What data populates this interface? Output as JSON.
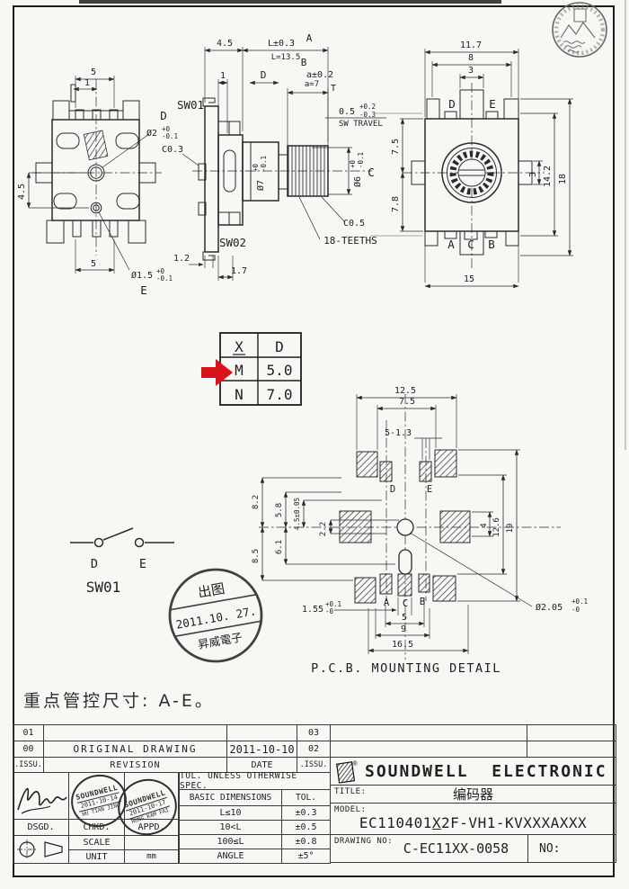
{
  "sheet": {
    "note": "重点管控尺寸: A-E。"
  },
  "front_view": {
    "dim_top": "5",
    "dim_top_inner": "1",
    "dim_left": "4.5",
    "dim_bottom": "5",
    "hole_d": {
      "label": "D",
      "dia": "Ø2",
      "tol_up": "+0",
      "tol_dn": "-0.1"
    },
    "hole_e": {
      "label": "E",
      "dia": "Ø1.5",
      "tol_up": "+0",
      "tol_dn": "-0.1"
    }
  },
  "side_view": {
    "sw01": "SW01",
    "sw02": "SW02",
    "chamfer1": "C0.3",
    "dim_45": "4.5",
    "shaft_len": "L±0.3",
    "ref_a": "A",
    "shaft_len_eq": "L=13.5",
    "dim_1": "1",
    "ref_d": "D",
    "ref_b": "B",
    "knurl_len": "a±0.2",
    "knurl_len_eq": "a=7",
    "ref_t": "T",
    "sw_travel": {
      "v": "0.5",
      "up": "+0.2",
      "dn": "-0.3",
      "label": "SW TRAVEL"
    },
    "dia7": {
      "v": "Ø7",
      "up": "+0",
      "dn": "-0.1"
    },
    "dia6": {
      "v": "Ø6",
      "up": "+0",
      "dn": "-0.1",
      "ref": "C"
    },
    "chamfer2": "C0.5",
    "teeth": "18-TEETHS",
    "dim_12": "1.2",
    "dim_17": "1.7"
  },
  "rear_view": {
    "dim_117": "11.7",
    "dim_8": "8",
    "dim_3t": "3",
    "term_d": "D",
    "term_e": "E",
    "dim_75": "7.5",
    "dim_78": "7.8",
    "dim_3r": "3",
    "dim_142": "14.2",
    "dim_18": "18",
    "term_a": "A",
    "term_c": "C",
    "term_b": "B",
    "dim_15": "15"
  },
  "key_table": {
    "rows": [
      [
        "X",
        "D"
      ],
      [
        "M",
        "5.0"
      ],
      [
        "N",
        "7.0"
      ]
    ]
  },
  "sw01_schem": {
    "d": "D",
    "e": "E",
    "label": "SW01"
  },
  "release_stamp": {
    "top": "出图",
    "date": "2011.10. 27.",
    "bottom": "昇威電子"
  },
  "pcb": {
    "title": "P.C.B. MOUNTING DETAIL",
    "dim_125": "12.5",
    "dim_75": "7.5",
    "dim_513": "5-1.3",
    "dim_82": "8.2",
    "dim_58": "5.8",
    "dim_45": "4.5±0.05",
    "dim_22": "2.2",
    "dim_61": "6.1",
    "dim_85": "8.5",
    "dim_4": "4",
    "dim_126": "12.6",
    "dim_19": "19",
    "dim_155": {
      "v": "1.55",
      "up": "+0.1",
      "dn": "-0"
    },
    "dim_205": {
      "v": "Ø2.05",
      "up": "+0.1",
      "dn": "-0"
    },
    "dim_5": "5",
    "dim_9": "9",
    "dim_165": "16.5",
    "d": "D",
    "e": "E",
    "a": "A",
    "c": "C",
    "b": "B"
  },
  "revision_table": {
    "r1_issu": "01",
    "r2_issu": "00",
    "r2_desc": "ORIGINAL DRAWING",
    "r2_date": "2011-10-10",
    "r3_issu": ".ISSU.",
    "r3_desc": "REVISION",
    "r3_date": "DATE",
    "r1_issu2": "03",
    "r2_issu2": "02",
    "r3_issu2": ".ISSU."
  },
  "title_block": {
    "company": "SOUNDWELL  ELECTRONIC",
    "title_label": "TITLE:",
    "title_value": "编码器",
    "model_label": "MODEL:",
    "model_prefix": "EC110401",
    "model_x": "X",
    "model_suffix": "2F-VH1-KVXXXAXXX",
    "drawing_label": "DRAWING NO:",
    "drawing_no": "C-EC11XX-0058",
    "no_label": "NO:"
  },
  "tol_table": {
    "header": "TOL. UNLESS OTHERWISE SPEC.",
    "basic": "BASIC DIMENSIONS",
    "tol": "TOL.",
    "rows": [
      [
        "L≤10",
        "±0.3"
      ],
      [
        "10<L",
        "±0.5"
      ],
      [
        "100≤L",
        "±0.8"
      ],
      [
        "ANGLE",
        "±5°"
      ]
    ]
  },
  "approval": {
    "dsgd": "DSGD.",
    "chkd": "CHKD.",
    "appd": "APPD.",
    "scale": "SCALE",
    "unit": "UNIT",
    "unit_value": "mm",
    "stamp1": {
      "company": "SOUNDWELL",
      "date": "2011-10-14",
      "name": "WU TIAN JING"
    },
    "stamp2": {
      "company": "SOUNDWELL",
      "date": "2011-10-17",
      "name": "HUNG KAM FAI"
    }
  },
  "colors": {
    "arrow_red": "#d8131c",
    "ink": "#2b2b2b"
  }
}
